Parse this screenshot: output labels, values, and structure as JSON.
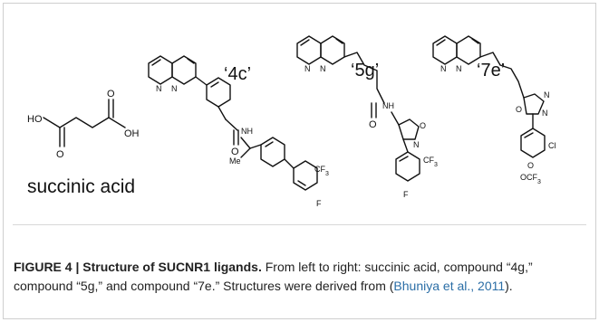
{
  "figure": {
    "compound_labels": {
      "c1": "succinic acid",
      "c2": "‘4c’",
      "c3": "‘5g’",
      "c4": "‘7e’"
    },
    "atom_labels": {
      "ho": "HO",
      "oh": "OH",
      "o": "O",
      "n": "N",
      "nh": "NH",
      "me": "Me",
      "cf3": "CF",
      "sub3": "3",
      "f": "F",
      "cl": "Cl",
      "ocf3": "OCF"
    }
  },
  "caption": {
    "label": "FIGURE 4 | Structure of SUCNR1 ligands.",
    "body": " From left to right: succinic acid, compound “4g,” compound “5g,” and compound “7e.” Structures were derived from (",
    "citation": "Bhuniya et al., 2011",
    "end": ")."
  }
}
